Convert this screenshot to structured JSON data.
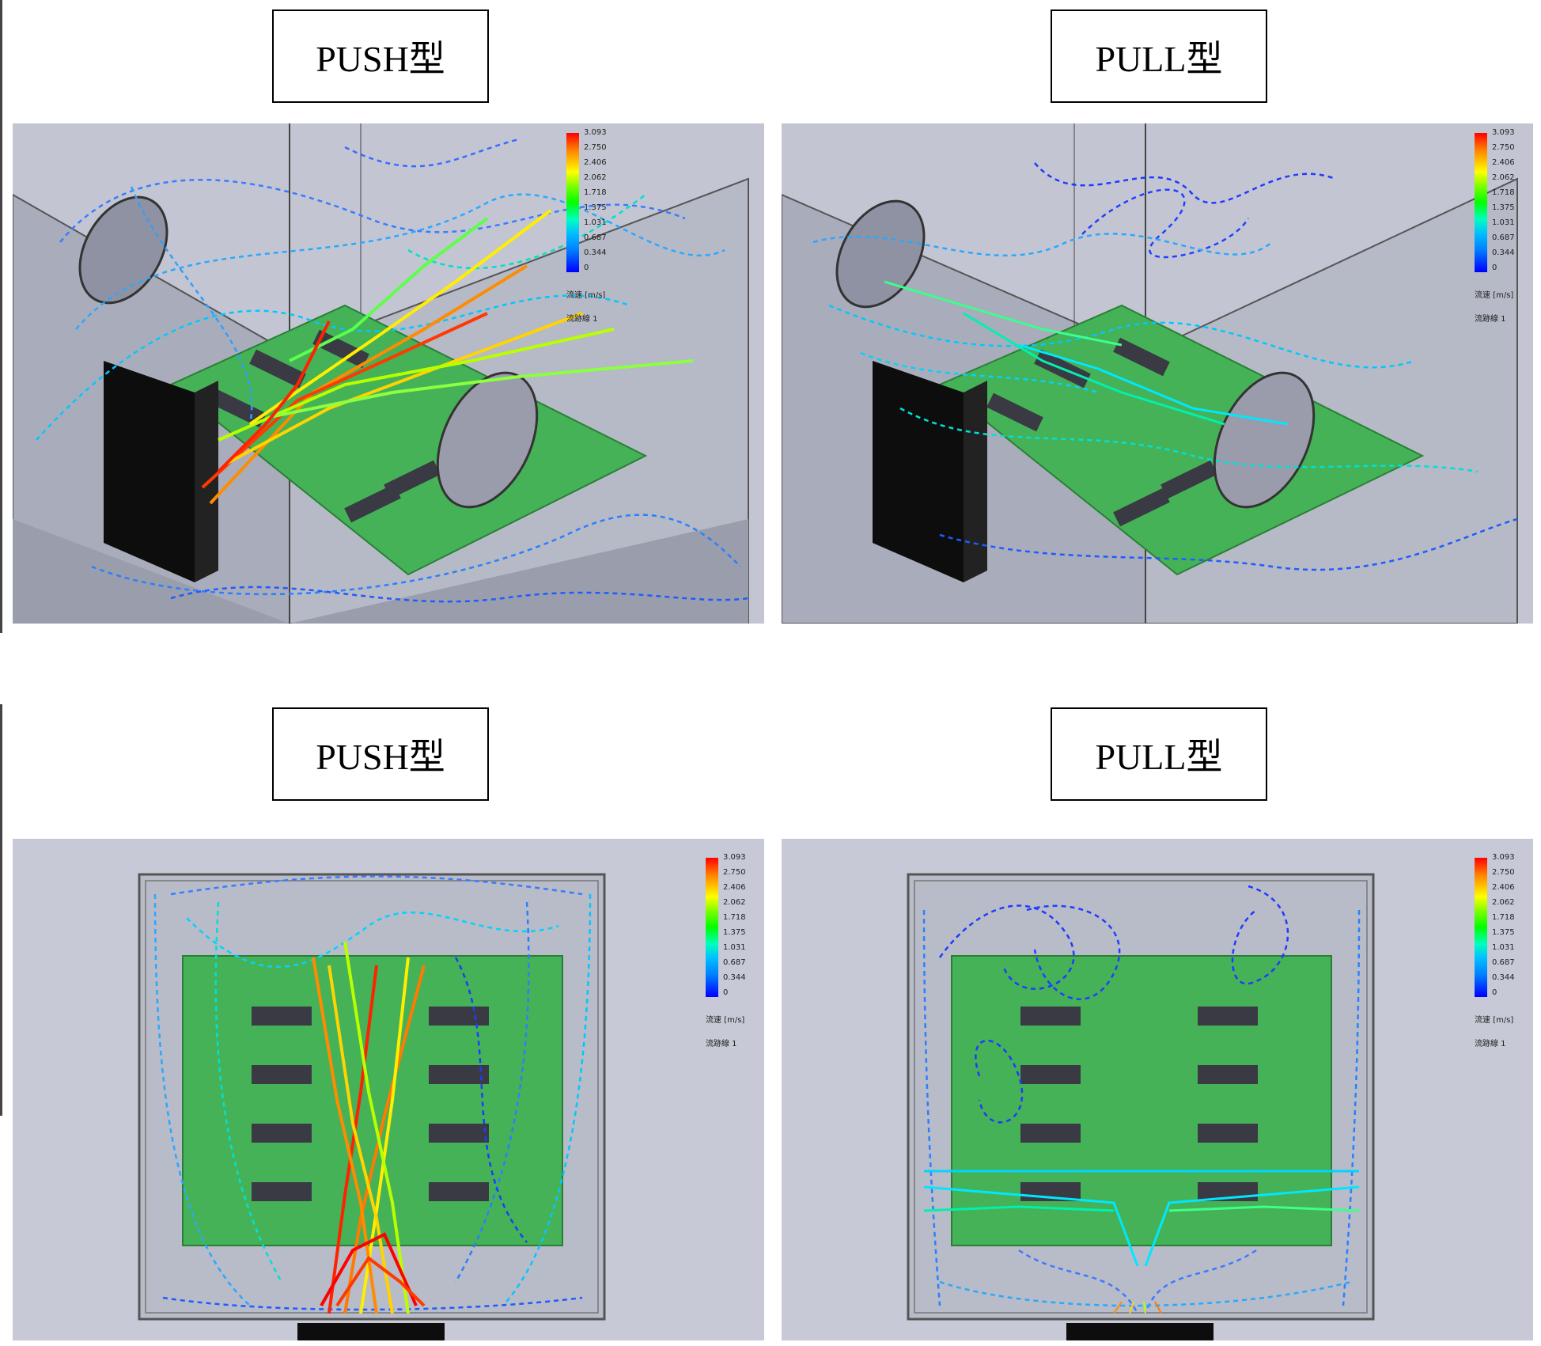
{
  "titles": {
    "top_left": "PUSH型",
    "top_right": "PULL型",
    "bottom_left": "PUSH型",
    "bottom_right": "PULL型"
  },
  "legend": {
    "ticks": [
      "3.093",
      "2.750",
      "2.406",
      "2.062",
      "1.718",
      "1.375",
      "1.031",
      "0.687",
      "0.344",
      "0"
    ],
    "unit_label": "流速 [m/s]",
    "trace_label": "流跡線 1"
  },
  "colors": {
    "background_panel": "#c7cad6",
    "board": "#45b257",
    "chip": "#3a3a44",
    "fan_block": "#0d0d0d",
    "enclosure_edge": "#555555"
  }
}
